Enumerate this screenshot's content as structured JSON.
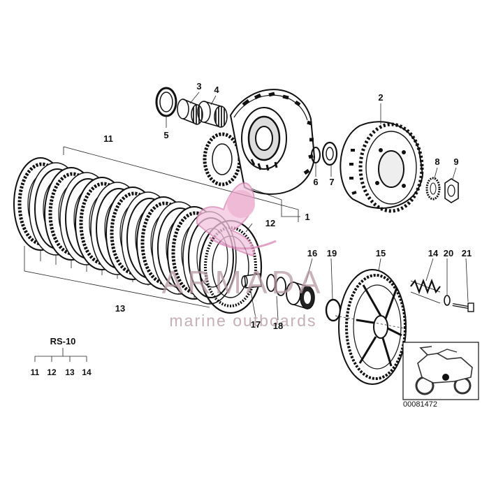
{
  "diagram": {
    "callouts": [
      {
        "id": "c1",
        "label": "1"
      },
      {
        "id": "c2",
        "label": "2"
      },
      {
        "id": "c3",
        "label": "3"
      },
      {
        "id": "c4",
        "label": "4"
      },
      {
        "id": "c5",
        "label": "5"
      },
      {
        "id": "c6",
        "label": "6"
      },
      {
        "id": "c7",
        "label": "7"
      },
      {
        "id": "c8",
        "label": "8"
      },
      {
        "id": "c9",
        "label": "9"
      },
      {
        "id": "c11",
        "label": "11"
      },
      {
        "id": "c12",
        "label": "12"
      },
      {
        "id": "c13",
        "label": "13"
      },
      {
        "id": "c14",
        "label": "14"
      },
      {
        "id": "c15",
        "label": "15"
      },
      {
        "id": "c16",
        "label": "16"
      },
      {
        "id": "c17",
        "label": "17"
      },
      {
        "id": "c18",
        "label": "18"
      },
      {
        "id": "c19",
        "label": "19"
      },
      {
        "id": "c20",
        "label": "20"
      },
      {
        "id": "c21",
        "label": "21"
      }
    ],
    "repair_set": {
      "title": "RS-10",
      "items": [
        "11",
        "12",
        "13",
        "14"
      ]
    },
    "drawing_number": "00081472"
  },
  "watermark": {
    "brand": "ARMADA",
    "tagline": "marine outboards",
    "color": "#b79aa4",
    "logo_color": "#e7a9cb"
  }
}
